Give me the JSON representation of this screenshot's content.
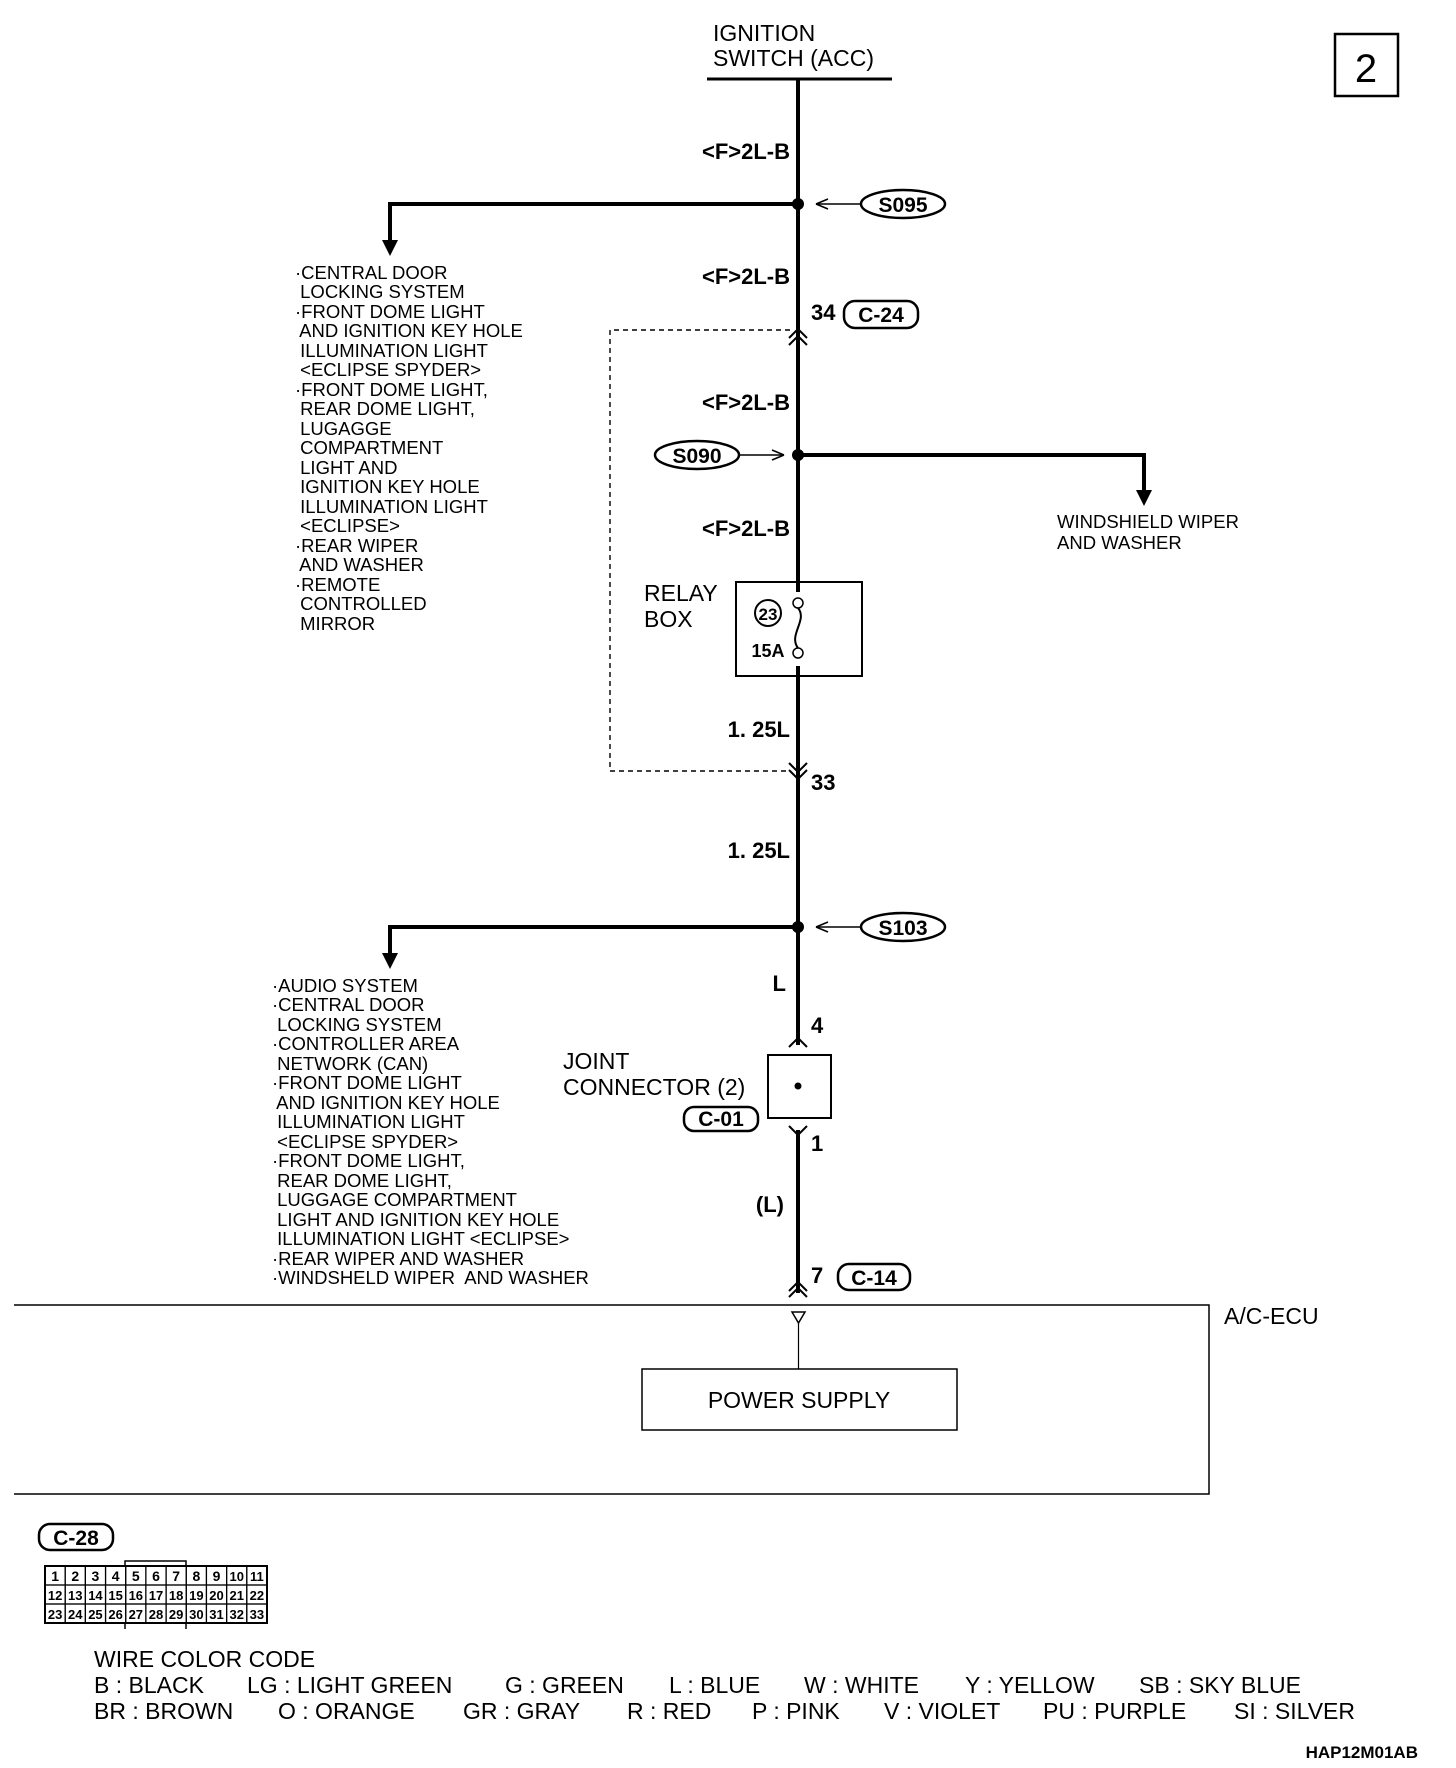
{
  "page_number": "2",
  "ignition": {
    "line1": "IGNITION",
    "line2": "SWITCH (ACC)"
  },
  "wires": {
    "w1": "<F>2L-B",
    "w2": "<F>2L-B",
    "w3": "<F>2L-B",
    "w4": "<F>2L-B",
    "w5": "1. 25L",
    "w6": "1. 25L",
    "w7": "L",
    "w8": "(L)"
  },
  "splices": {
    "s095": "S095",
    "s090": "S090",
    "s103": "S103"
  },
  "connectors": {
    "c24": "C-24",
    "pin34": "34",
    "pin33": "33",
    "c01": "C-01",
    "pin4": "4",
    "pin1": "1",
    "c14": "C-14",
    "pin7": "7",
    "c28": "C-28"
  },
  "relay_box": {
    "line1": "RELAY",
    "line2": "BOX",
    "fuse_no": "23",
    "fuse_rating": "15A"
  },
  "joint_connector": {
    "line1": "JOINT",
    "line2": "CONNECTOR (2)"
  },
  "branch_s095": [
    "·CENTRAL DOOR",
    " LOCKING SYSTEM",
    "·FRONT DOME LIGHT",
    " AND IGNITION KEY HOLE",
    " ILLUMINATION LIGHT",
    " <ECLIPSE SPYDER>",
    "·FRONT DOME LIGHT,",
    " REAR DOME LIGHT,",
    " LUGAGGE",
    " COMPARTMENT",
    " LIGHT AND",
    " IGNITION KEY HOLE",
    " ILLUMINATION LIGHT",
    " <ECLIPSE>",
    "·REAR WIPER",
    " AND WASHER",
    "·REMOTE",
    " CONTROLLED",
    " MIRROR"
  ],
  "branch_s090": [
    "WINDSHIELD WIPER",
    "AND WASHER"
  ],
  "branch_s103": [
    "·AUDIO SYSTEM",
    "·CENTRAL DOOR",
    " LOCKING SYSTEM",
    "·CONTROLLER AREA",
    " NETWORK (CAN)",
    "·FRONT DOME LIGHT",
    " AND IGNITION KEY HOLE",
    " ILLUMINATION LIGHT",
    " <ECLIPSE SPYDER>",
    "·FRONT DOME LIGHT,",
    " REAR DOME LIGHT,",
    " LUGGAGE COMPARTMENT",
    " LIGHT AND IGNITION KEY HOLE",
    " ILLUMINATION LIGHT <ECLIPSE>",
    "·REAR WIPER AND WASHER",
    "·WINDSHELD WIPER  AND WASHER"
  ],
  "ecu": {
    "name": "A/C-ECU",
    "power_supply": "POWER SUPPLY"
  },
  "c28_pins": [
    [
      "1",
      "2",
      "3",
      "4",
      "5",
      "6",
      "7",
      "8",
      "9",
      "10",
      "11"
    ],
    [
      "12",
      "13",
      "14",
      "15",
      "16",
      "17",
      "18",
      "19",
      "20",
      "21",
      "22"
    ],
    [
      "23",
      "24",
      "25",
      "26",
      "27",
      "28",
      "29",
      "30",
      "31",
      "32",
      "33"
    ]
  ],
  "wire_color_code": {
    "title": "WIRE COLOR CODE",
    "row1": [
      "B : BLACK",
      "LG : LIGHT GREEN",
      "G : GREEN",
      "L : BLUE",
      "W : WHITE",
      "Y : YELLOW",
      "SB : SKY BLUE"
    ],
    "row2": [
      "BR : BROWN",
      "O : ORANGE",
      "GR : GRAY",
      "R : RED",
      "P : PINK",
      "V : VIOLET",
      "PU : PURPLE",
      "SI : SILVER"
    ]
  },
  "figure_code": "HAP12M01AB"
}
